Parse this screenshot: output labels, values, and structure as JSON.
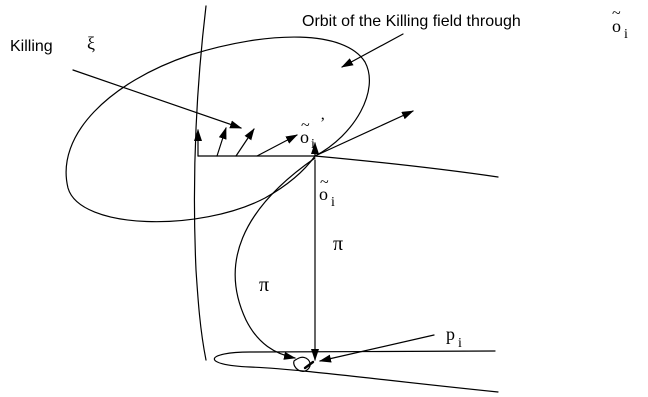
{
  "labels": {
    "killing": "Killing",
    "xi": "ξ",
    "orbit_caption": "Orbit of the Killing field through",
    "o_base": "o",
    "tilde": "~",
    "sub_i": "i",
    "prime": "’",
    "pi": "π",
    "p_base": "p"
  }
}
